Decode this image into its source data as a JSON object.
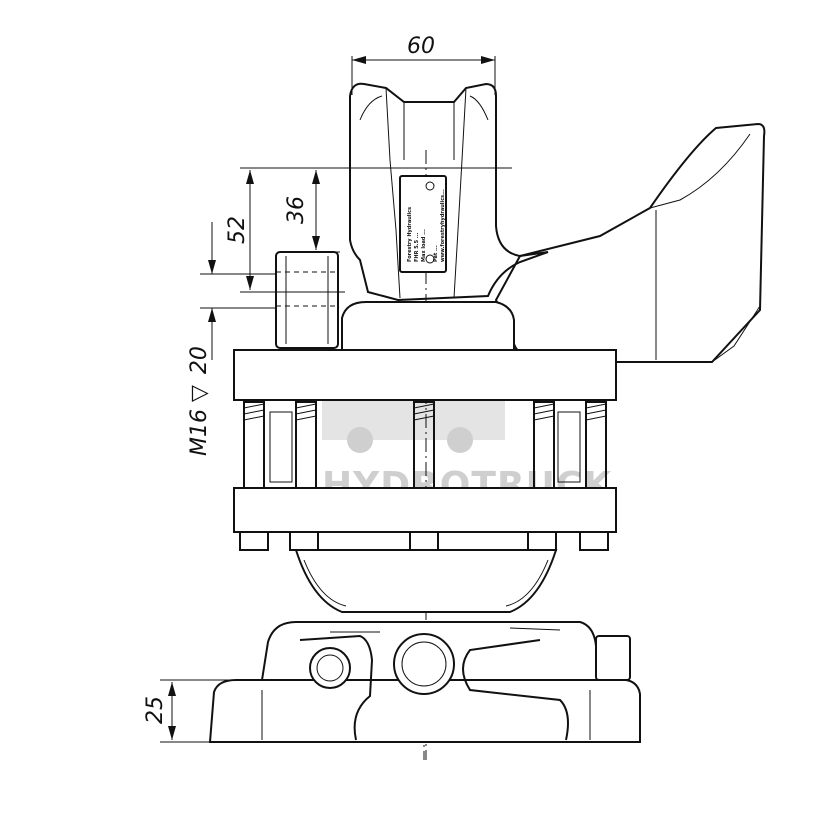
{
  "dimensions": {
    "width_top": "60",
    "height_36": "36",
    "height_52": "52",
    "thread": "M16",
    "thread_depth": "20",
    "base_height": "25"
  },
  "nameplate": {
    "lines": [
      "Forestry Hydraulics",
      "FHR 5.5 ...",
      "Max load ...",
      "Pat ...",
      "www.forestryhydraulics..."
    ]
  },
  "watermark": {
    "text": "HYDROTRUCK"
  },
  "colors": {
    "line": "#111111",
    "watermark": "#cfcfcf",
    "background": "#ffffff"
  }
}
